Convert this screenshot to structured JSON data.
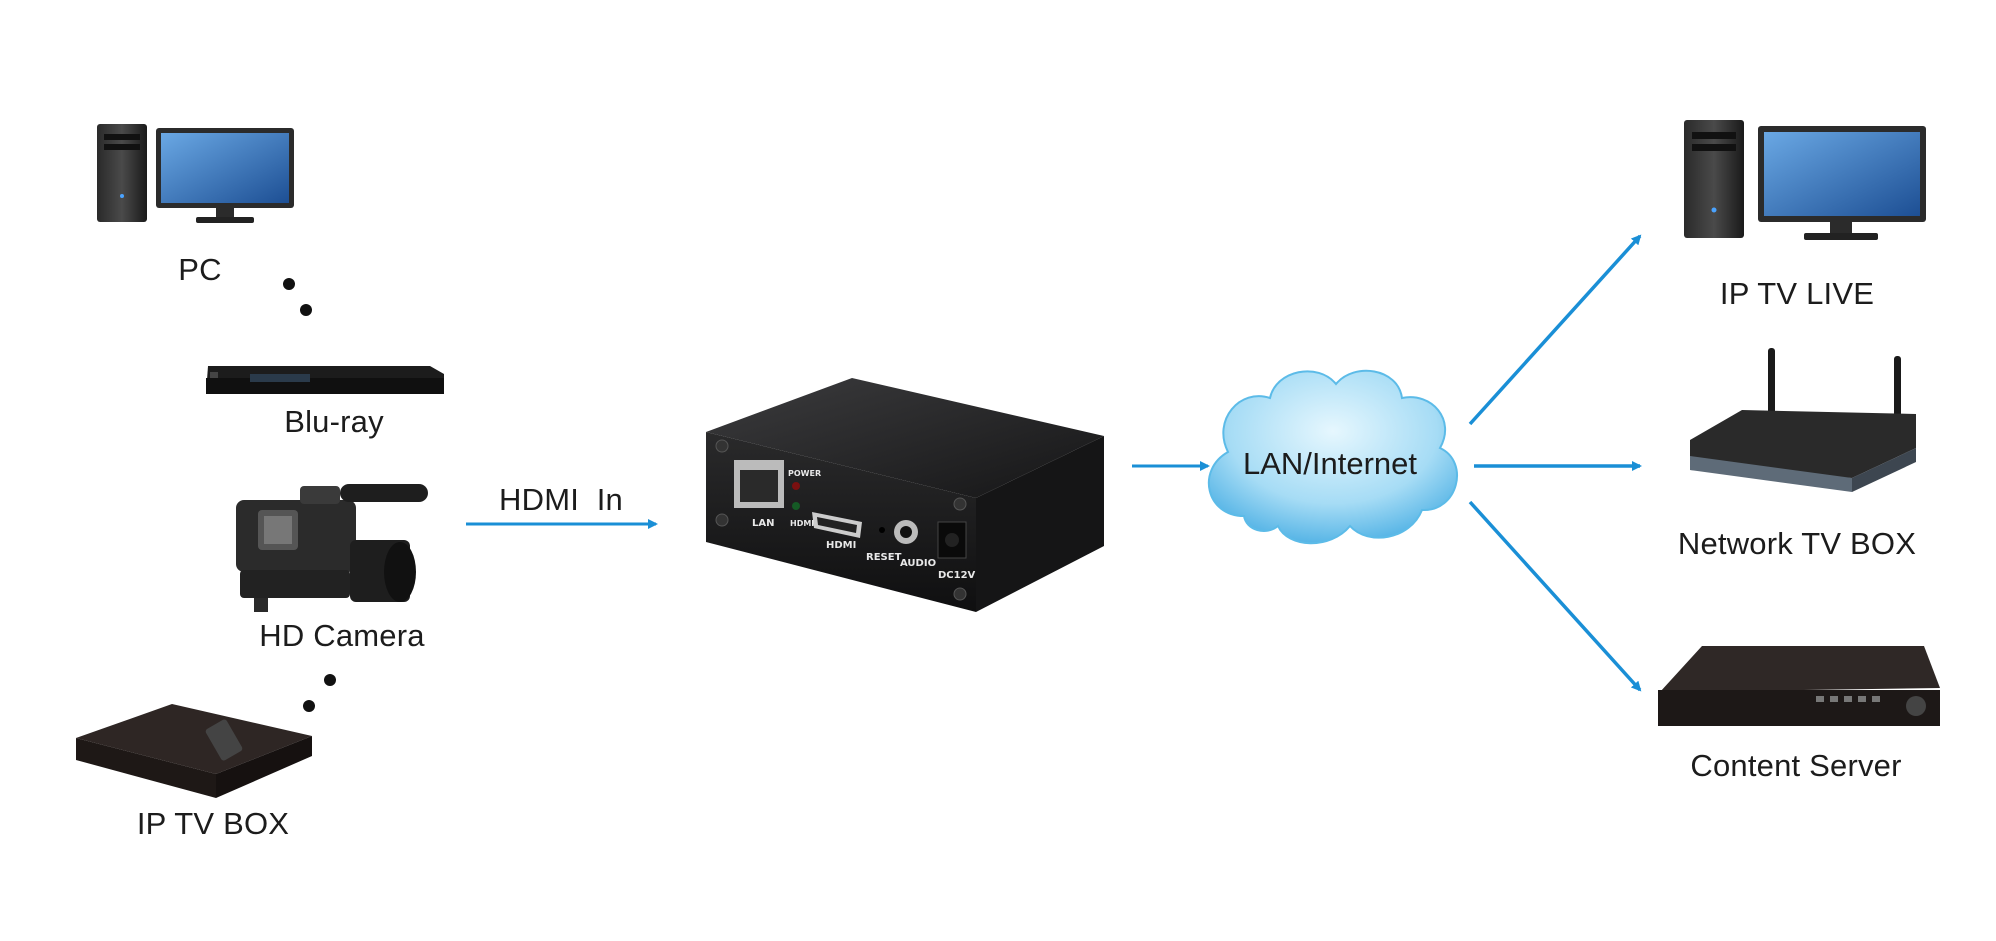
{
  "sources": [
    {
      "id": "pc",
      "label": "PC",
      "icon": "desktop-computer-icon"
    },
    {
      "id": "bluray",
      "label": "Blu-ray",
      "icon": "bluray-player-icon"
    },
    {
      "id": "camera",
      "label": "HD Camera",
      "icon": "video-camera-icon"
    },
    {
      "id": "iptvbox",
      "label": "IP TV BOX",
      "icon": "iptv-box-icon"
    }
  ],
  "input_arrow": {
    "label": "HDMI  In"
  },
  "encoder": {
    "port_labels": {
      "power": "POWER",
      "lan": "LAN",
      "hdmi_led": "HDMI",
      "hdmi": "HDMI",
      "reset": "RESET",
      "audio": "AUDIO",
      "dc": "DC12V"
    }
  },
  "network": {
    "label": "LAN/Internet",
    "icon": "cloud-icon"
  },
  "outputs": [
    {
      "id": "iptvlive",
      "label": "IP TV LIVE",
      "icon": "desktop-computer-icon"
    },
    {
      "id": "nettvbox",
      "label": "Network TV BOX",
      "icon": "wifi-router-icon"
    },
    {
      "id": "server",
      "label": "Content Server",
      "icon": "dvr-server-icon"
    }
  ],
  "colors": {
    "arrow": "#1a8fd6",
    "cloud_light": "#d9f1fc",
    "cloud_dark": "#4cb3e6",
    "device": "#1e1e1e"
  }
}
